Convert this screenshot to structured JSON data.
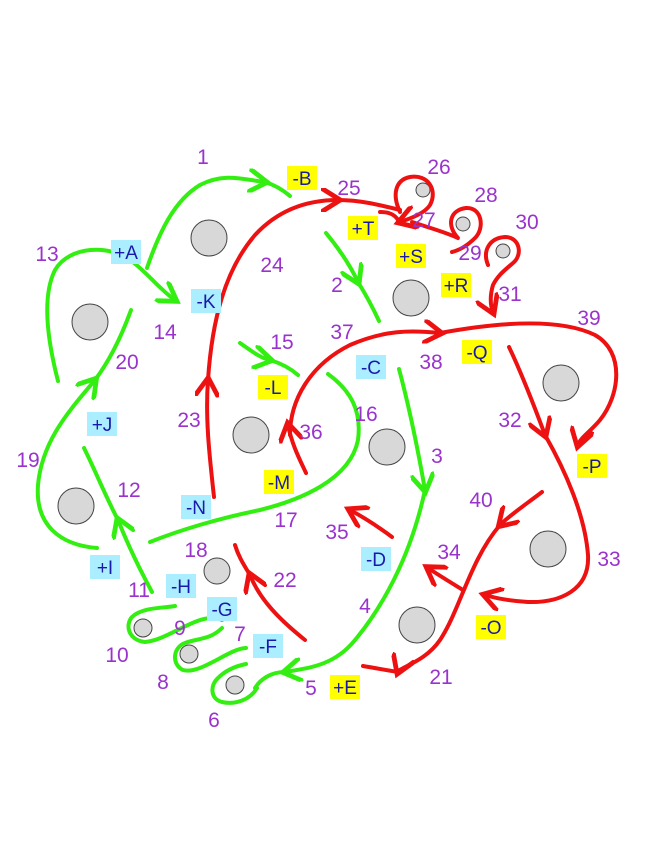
{
  "colors": {
    "green": "#33ee11",
    "red": "#ee1111",
    "number": "#9933cc",
    "label_text": "#1a1aaa",
    "label_cyan": "#aaeeff",
    "label_yellow": "#ffff00"
  },
  "labels": [
    {
      "text": "+A",
      "color": "cyan"
    },
    {
      "text": "-B",
      "color": "yellow"
    },
    {
      "text": "-C",
      "color": "cyan"
    },
    {
      "text": "-D",
      "color": "cyan"
    },
    {
      "text": "+E",
      "color": "yellow"
    },
    {
      "text": "-F",
      "color": "cyan"
    },
    {
      "text": "-G",
      "color": "cyan"
    },
    {
      "text": "-H",
      "color": "cyan"
    },
    {
      "text": "+I",
      "color": "cyan"
    },
    {
      "text": "+J",
      "color": "cyan"
    },
    {
      "text": "-K",
      "color": "cyan"
    },
    {
      "text": "-L",
      "color": "yellow"
    },
    {
      "text": "-M",
      "color": "yellow"
    },
    {
      "text": "-N",
      "color": "cyan"
    },
    {
      "text": "-O",
      "color": "yellow"
    },
    {
      "text": "-P",
      "color": "yellow"
    },
    {
      "text": "-Q",
      "color": "yellow"
    },
    {
      "text": "+R",
      "color": "yellow"
    },
    {
      "text": "+S",
      "color": "yellow"
    },
    {
      "text": "+T",
      "color": "yellow"
    }
  ],
  "numbers": [
    "1",
    "2",
    "3",
    "4",
    "5",
    "6",
    "7",
    "8",
    "9",
    "10",
    "11",
    "12",
    "13",
    "14",
    "15",
    "16",
    "17",
    "18",
    "19",
    "20",
    "21",
    "22",
    "23",
    "24",
    "25",
    "26",
    "27",
    "28",
    "29",
    "30",
    "31",
    "32",
    "33",
    "34",
    "35",
    "36",
    "37",
    "38",
    "39",
    "40"
  ]
}
